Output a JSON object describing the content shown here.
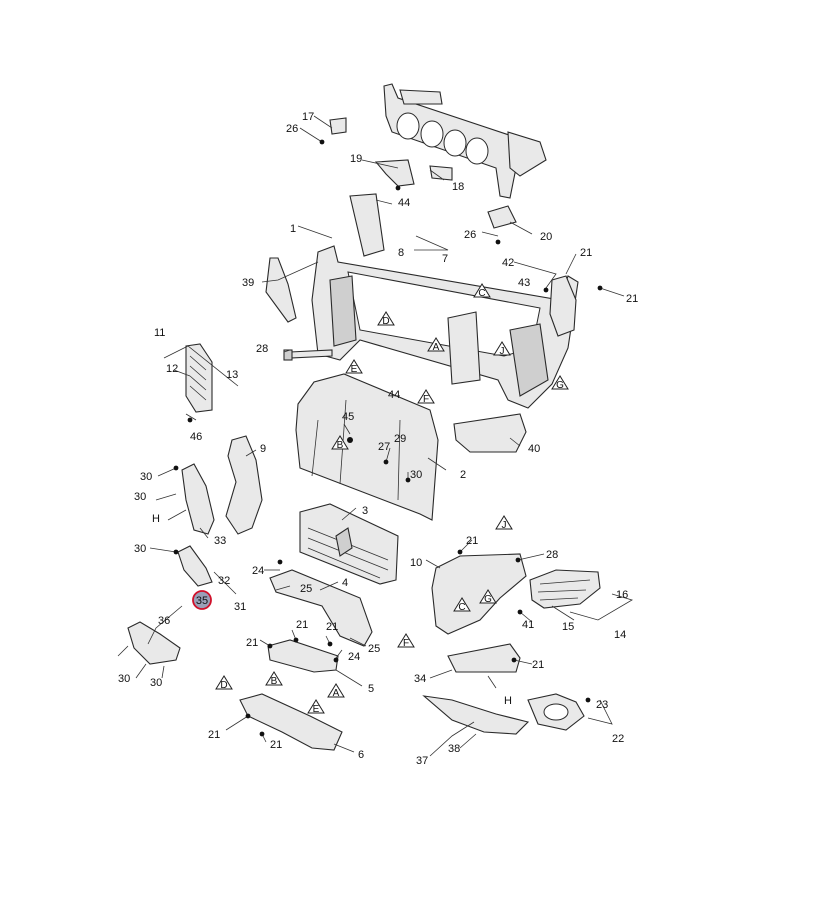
{
  "callouts": [
    {
      "n": "1"
    },
    {
      "n": "2"
    },
    {
      "n": "3"
    },
    {
      "n": "4"
    },
    {
      "n": "5"
    },
    {
      "n": "6"
    },
    {
      "n": "7"
    },
    {
      "n": "8"
    },
    {
      "n": "9"
    },
    {
      "n": "10"
    },
    {
      "n": "11"
    },
    {
      "n": "12"
    },
    {
      "n": "13"
    },
    {
      "n": "14"
    },
    {
      "n": "15"
    },
    {
      "n": "16"
    },
    {
      "n": "17"
    },
    {
      "n": "18"
    },
    {
      "n": "19"
    },
    {
      "n": "20"
    },
    {
      "n": "21"
    },
    {
      "n": "21"
    },
    {
      "n": "21"
    },
    {
      "n": "21"
    },
    {
      "n": "21"
    },
    {
      "n": "21"
    },
    {
      "n": "21"
    },
    {
      "n": "21"
    },
    {
      "n": "21"
    },
    {
      "n": "22"
    },
    {
      "n": "23"
    },
    {
      "n": "24"
    },
    {
      "n": "24"
    },
    {
      "n": "25"
    },
    {
      "n": "25"
    },
    {
      "n": "26"
    },
    {
      "n": "26"
    },
    {
      "n": "27"
    },
    {
      "n": "28"
    },
    {
      "n": "28"
    },
    {
      "n": "29"
    },
    {
      "n": "30"
    },
    {
      "n": "30"
    },
    {
      "n": "30"
    },
    {
      "n": "30"
    },
    {
      "n": "30"
    },
    {
      "n": "30"
    },
    {
      "n": "31"
    },
    {
      "n": "32"
    },
    {
      "n": "33"
    },
    {
      "n": "34"
    },
    {
      "n": "36"
    },
    {
      "n": "37"
    },
    {
      "n": "38"
    },
    {
      "n": "39"
    },
    {
      "n": "40"
    },
    {
      "n": "41"
    },
    {
      "n": "42"
    },
    {
      "n": "43"
    },
    {
      "n": "44"
    },
    {
      "n": "44"
    },
    {
      "n": "45"
    },
    {
      "n": "46"
    },
    {
      "n": "H"
    },
    {
      "n": "H"
    }
  ],
  "highlight": {
    "n": "35"
  },
  "refs": [
    {
      "t": "A"
    },
    {
      "t": "A"
    },
    {
      "t": "B"
    },
    {
      "t": "B"
    },
    {
      "t": "C"
    },
    {
      "t": "C"
    },
    {
      "t": "D"
    },
    {
      "t": "D"
    },
    {
      "t": "E"
    },
    {
      "t": "E"
    },
    {
      "t": "F"
    },
    {
      "t": "F"
    },
    {
      "t": "G"
    },
    {
      "t": "G"
    },
    {
      "t": "J"
    },
    {
      "t": "J"
    }
  ]
}
